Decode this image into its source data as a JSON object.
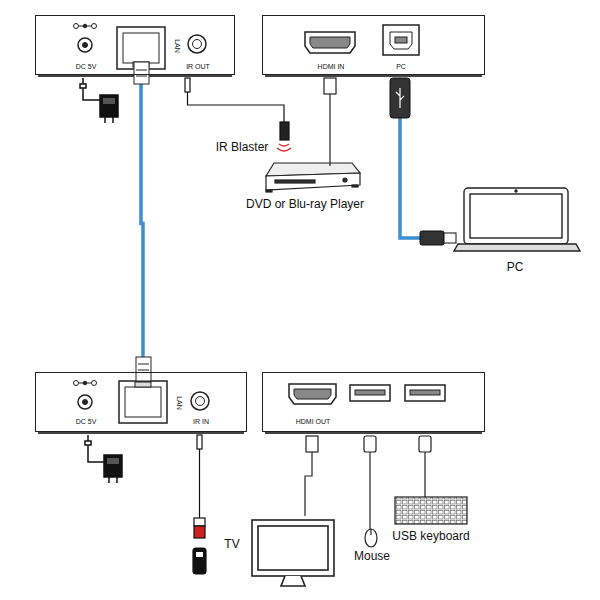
{
  "diagram": {
    "nodes": [
      {
        "text": [
          "DC 5V",
          "LAN",
          "IR OUT"
        ]
      },
      {
        "text": [
          "HDMI IN",
          "PC"
        ]
      },
      {
        "text": [
          "DC 5V",
          "LAN",
          "IR IN"
        ]
      },
      {
        "text": [
          "HDMI OUT"
        ]
      }
    ],
    "edges": [
      {
        "from": 0,
        "to": 2,
        "arrow": "none"
      }
    ],
    "labels": [
      "IR Blaster",
      "DVD or Blu-ray Player",
      "PC",
      "TV",
      "Mouse",
      "USB keyboard"
    ]
  }
}
